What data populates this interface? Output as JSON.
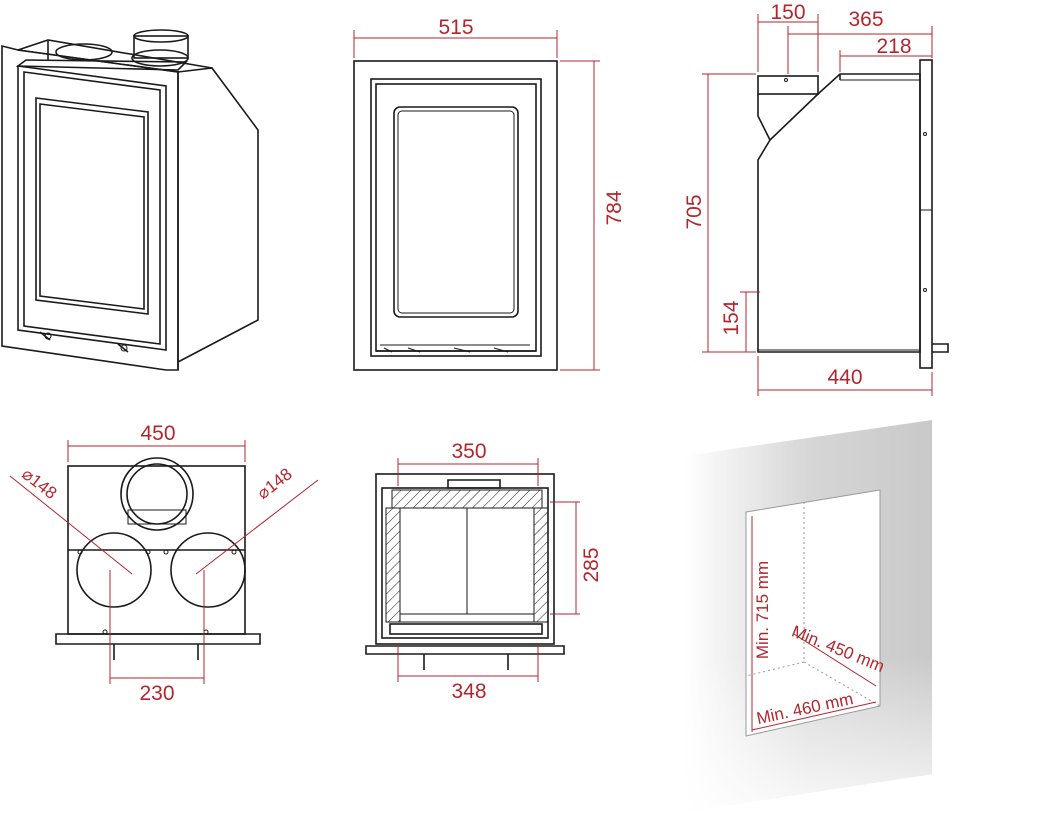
{
  "front_view": {
    "width_label": "515",
    "height_label": "784"
  },
  "side_view": {
    "top_left_label": "150",
    "top_mid_label": "365",
    "top_right_label": "218",
    "height_label": "705",
    "low_label": "154",
    "depth_label": "440"
  },
  "top_view": {
    "width_label": "450",
    "left_diameter_label": "⌀148",
    "right_diameter_label": "⌀148",
    "spacing_label": "230"
  },
  "firebox_view": {
    "top_label": "350",
    "height_label": "285",
    "bottom_label": "348"
  },
  "wall_opening": {
    "height_label": "Min. 715 mm",
    "depth_label": "Min. 450 mm",
    "width_label": "Min. 460 mm"
  },
  "colors": {
    "dimension": "#b3262d",
    "outline": "#1a1a1a",
    "wall": "#d8d8d8"
  }
}
